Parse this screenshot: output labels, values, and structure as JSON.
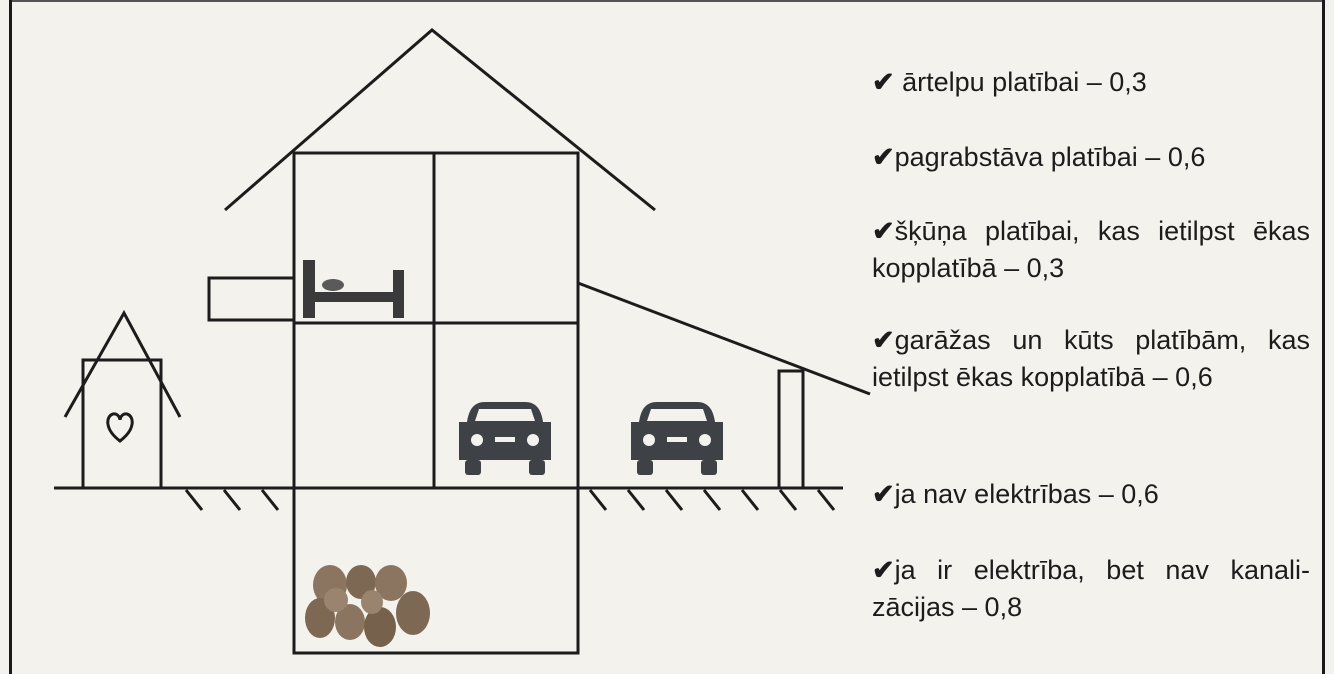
{
  "colors": {
    "background": "#f3f2ec",
    "ink": "#1c1c1c",
    "bed": "#3a3a3a",
    "car": "#3e4247",
    "potato": "#8c7560"
  },
  "illustration": {
    "icons": [
      "house-icon",
      "toilet-outhouse-icon",
      "heart-icon",
      "bed-icon",
      "car-icon",
      "potatoes-icon"
    ]
  },
  "coefficients": [
    {
      "check": "✔",
      "text": " ārtelpu platībai – 0,3"
    },
    {
      "check": "✔",
      "text": "pagrabstāva platībai – 0,6"
    },
    {
      "check": "✔",
      "text": "šķūņa platībai, kas ietilpst ēkas kopplatībā – 0,3"
    },
    {
      "check": "✔",
      "text": "garāžas un kūts platībām, kas ietilpst ēkas kopplatībā – 0,6"
    },
    {
      "check": "✔",
      "text": "ja nav elektrības – 0,6"
    },
    {
      "check": "✔",
      "text": "ja ir elektrība, bet nav kanali-zācijas – 0,8"
    }
  ]
}
